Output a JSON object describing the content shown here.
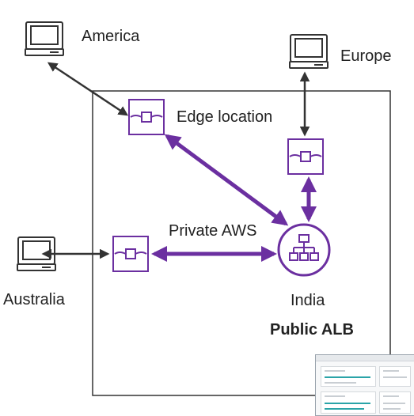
{
  "labels": {
    "america": "America",
    "europe": "Europe",
    "australia": "Australia",
    "edge_location": "Edge location",
    "private_aws": "Private AWS",
    "india": "India",
    "public_alb": "Public ALB"
  },
  "colors": {
    "aws_purple": "#6b2fa0",
    "connector": "#333333",
    "box_border": "#333333",
    "computer": "#333333"
  },
  "icons": [
    "computer-icon",
    "edge-location-icon",
    "alb-icon"
  ]
}
